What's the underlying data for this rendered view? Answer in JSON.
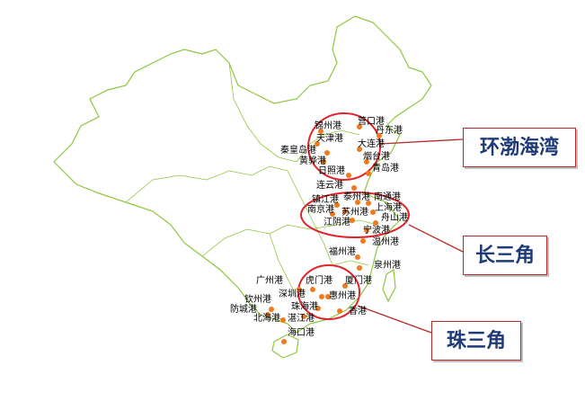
{
  "regions": [
    {
      "name": "环渤海湾",
      "color": "#b8292b"
    },
    {
      "name": "长三角",
      "color": "#b8292b"
    },
    {
      "name": "珠三角",
      "color": "#b8292b"
    }
  ],
  "ports": [
    "锦州港",
    "营口港",
    "丹东港",
    "天津港",
    "大连港",
    "秦皇岛港",
    "烟台港",
    "黄骅港",
    "日照港",
    "青岛港",
    "连云港",
    "镇江港",
    "泰州港",
    "南通港",
    "南京港",
    "苏州港",
    "上海港",
    "江阴港",
    "舟山港",
    "宁波港",
    "温州港",
    "福州港",
    "泉州港",
    "广州港",
    "虎门港",
    "厦门港",
    "深圳港",
    "惠州港",
    "钦州港",
    "防城港",
    "珠海港",
    "北海港",
    "湛江港",
    "香港",
    "海口港"
  ],
  "colors": {
    "map_outline": "#8dc63f",
    "port_marker": "#f07a1a",
    "region_circle": "#e0232a",
    "callout_text": "#1f3a78"
  }
}
